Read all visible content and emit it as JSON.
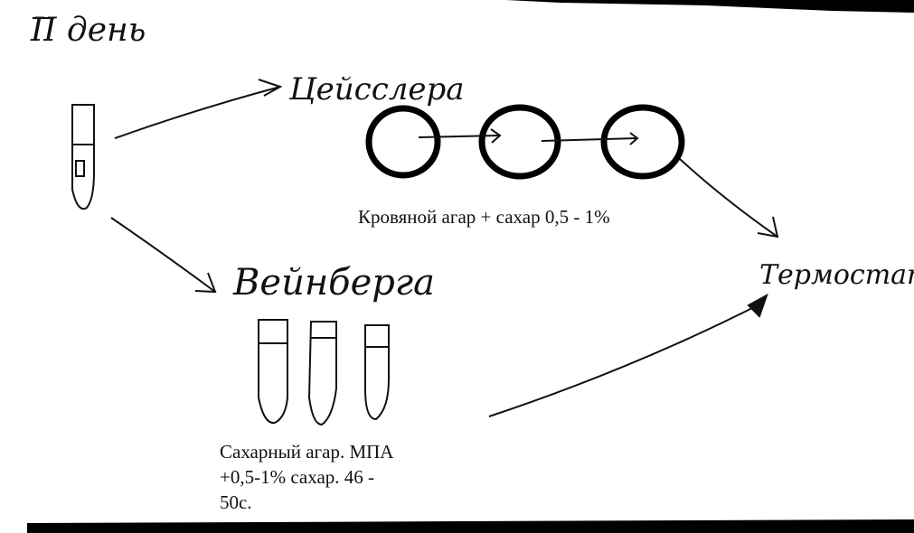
{
  "heading": {
    "day": "II день"
  },
  "methods": {
    "zeissler": "Цейсслера",
    "weinberg": "Вейнберга"
  },
  "destination": {
    "thermostat": "Термостат"
  },
  "captions": {
    "blood_agar": "Кровяной агар + сахар 0,5 - 1%",
    "sugar_agar_line1": "Сахарный агар. МПА",
    "sugar_agar_line2": "+0,5-1% сахар. 46 -",
    "sugar_agar_line3": "50с."
  },
  "colors": {
    "ink": "#111111",
    "frame": "#000000",
    "background": "#ffffff"
  }
}
